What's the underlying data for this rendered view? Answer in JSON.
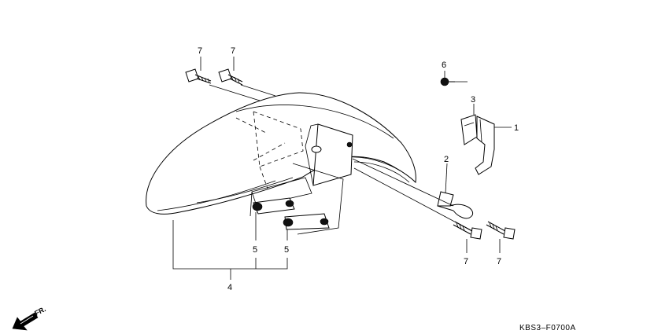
{
  "callouts": {
    "front_fender": "4",
    "stay_a": "5",
    "stay_b": "5",
    "bracket": "1",
    "clamp": "2",
    "clip": "3",
    "screw": "6",
    "bolt_top_left": "7",
    "bolt_top_right": "7",
    "bolt_bottom_left": "7",
    "bolt_bottom_right": "7"
  },
  "diagram_code": "KBS3–F0700A",
  "direction_label": "FR."
}
